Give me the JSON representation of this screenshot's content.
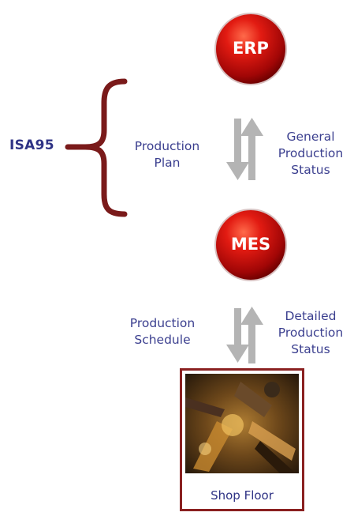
{
  "isa_label": "ISA95",
  "erp": {
    "label": "ERP"
  },
  "mes": {
    "label": "MES"
  },
  "erp_mes_down_label": [
    "Production",
    "Plan"
  ],
  "erp_mes_up_label": [
    "General",
    "Production",
    "Status"
  ],
  "mes_floor_down_label": [
    "Production",
    "Schedule"
  ],
  "mes_floor_up_label": [
    "Detailed",
    "Production",
    "Status"
  ],
  "shop_floor": {
    "label": "Shop Floor"
  },
  "colors": {
    "node": "#cc1010",
    "brace": "#7a1a1a",
    "arrow": "#b4b4b4",
    "text": "#3b3f8f"
  }
}
